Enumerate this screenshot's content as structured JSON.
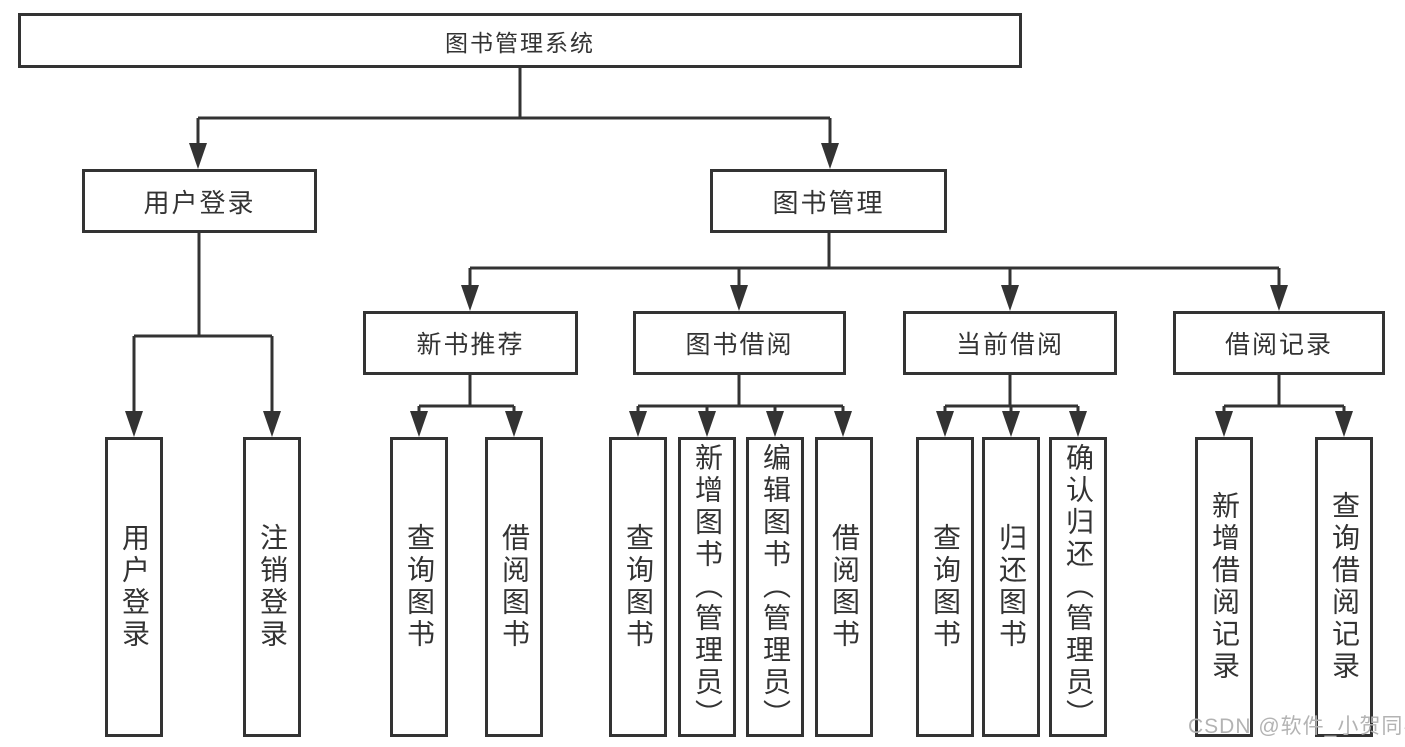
{
  "diagram": {
    "type": "hierarchy",
    "watermark": "CSDN @软件_小贺同学",
    "colors": {
      "line": "#333333",
      "text": "#333333",
      "box_background": "#ffffff",
      "watermark": "#b3b3b3"
    },
    "root": {
      "label": "图书管理系统",
      "children": [
        {
          "label": "用户登录",
          "children": [
            {
              "label": "用户登录"
            },
            {
              "label": "注销登录"
            }
          ]
        },
        {
          "label": "图书管理",
          "children": [
            {
              "label": "新书推荐",
              "children": [
                {
                  "label": "查询图书"
                },
                {
                  "label": "借阅图书"
                }
              ]
            },
            {
              "label": "图书借阅",
              "children": [
                {
                  "label": "查询图书"
                },
                {
                  "label": "新增图书（管理员）"
                },
                {
                  "label": "编辑图书（管理员）"
                },
                {
                  "label": "借阅图书"
                }
              ]
            },
            {
              "label": "当前借阅",
              "children": [
                {
                  "label": "查询图书"
                },
                {
                  "label": "归还图书"
                },
                {
                  "label": "确认归还（管理员）"
                }
              ]
            },
            {
              "label": "借阅记录",
              "children": [
                {
                  "label": "新增借阅记录"
                },
                {
                  "label": "查询借阅记录"
                }
              ]
            }
          ]
        }
      ]
    }
  }
}
